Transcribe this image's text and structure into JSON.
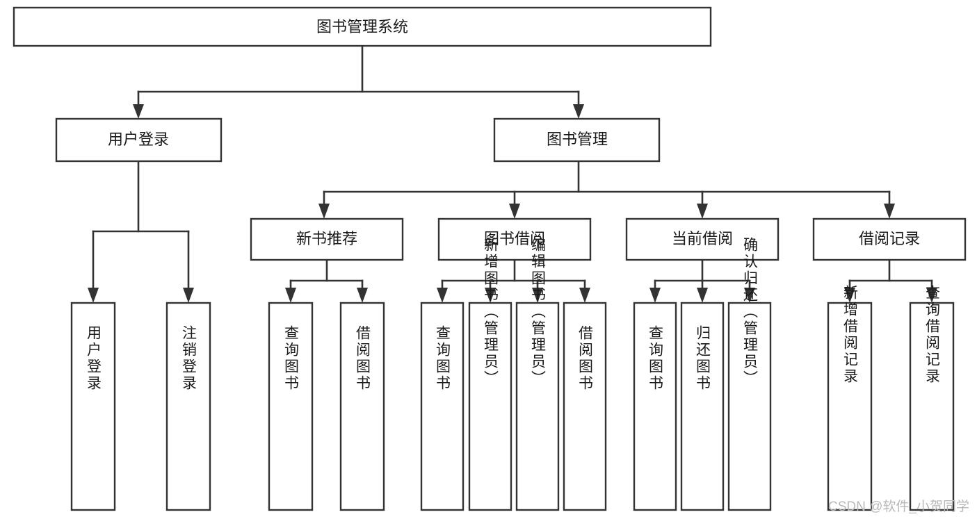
{
  "diagram": {
    "title_node": {
      "label": "图书管理系统"
    },
    "level1": [
      {
        "id": "user-login",
        "label": "用户登录"
      },
      {
        "id": "book-management",
        "label": "图书管理"
      }
    ],
    "level2": [
      {
        "id": "new-book-recommend",
        "label": "新书推荐",
        "parent": "book-management"
      },
      {
        "id": "book-borrow",
        "label": "图书借阅",
        "parent": "book-management"
      },
      {
        "id": "current-borrow",
        "label": "当前借阅",
        "parent": "book-management"
      },
      {
        "id": "borrow-record",
        "label": "借阅记录",
        "parent": "book-management"
      }
    ],
    "leaves": [
      {
        "id": "leaf-user-login",
        "label": "用户登录",
        "parent": "user-login"
      },
      {
        "id": "leaf-logout-login",
        "label": "注销登录",
        "parent": "user-login"
      },
      {
        "id": "leaf-query-book-1",
        "label": "查询图书",
        "parent": "new-book-recommend"
      },
      {
        "id": "leaf-borrow-book-1",
        "label": "借阅图书",
        "parent": "new-book-recommend"
      },
      {
        "id": "leaf-query-book-2",
        "label": "查询图书",
        "parent": "book-borrow"
      },
      {
        "id": "leaf-add-book",
        "label": "新增图书（管理员）",
        "parent": "book-borrow"
      },
      {
        "id": "leaf-edit-book",
        "label": "编辑图书（管理员）",
        "parent": "book-borrow"
      },
      {
        "id": "leaf-borrow-book-2",
        "label": "借阅图书",
        "parent": "book-borrow"
      },
      {
        "id": "leaf-query-book-3",
        "label": "查询图书",
        "parent": "current-borrow"
      },
      {
        "id": "leaf-return-book",
        "label": "归还图书",
        "parent": "current-borrow"
      },
      {
        "id": "leaf-confirm-return",
        "label": "确认归还（管理员）",
        "parent": "current-borrow"
      },
      {
        "id": "leaf-add-borrow-record",
        "label": "新增借阅记录",
        "parent": "borrow-record"
      },
      {
        "id": "leaf-query-borrow-record",
        "label": "查询借阅记录",
        "parent": "borrow-record"
      }
    ],
    "watermark": "CSDN @软件_小贺同学",
    "colors": {
      "stroke": "#333333",
      "fill": "#ffffff",
      "text": "#1a1a1a",
      "watermark": "#b8b8b8"
    }
  }
}
